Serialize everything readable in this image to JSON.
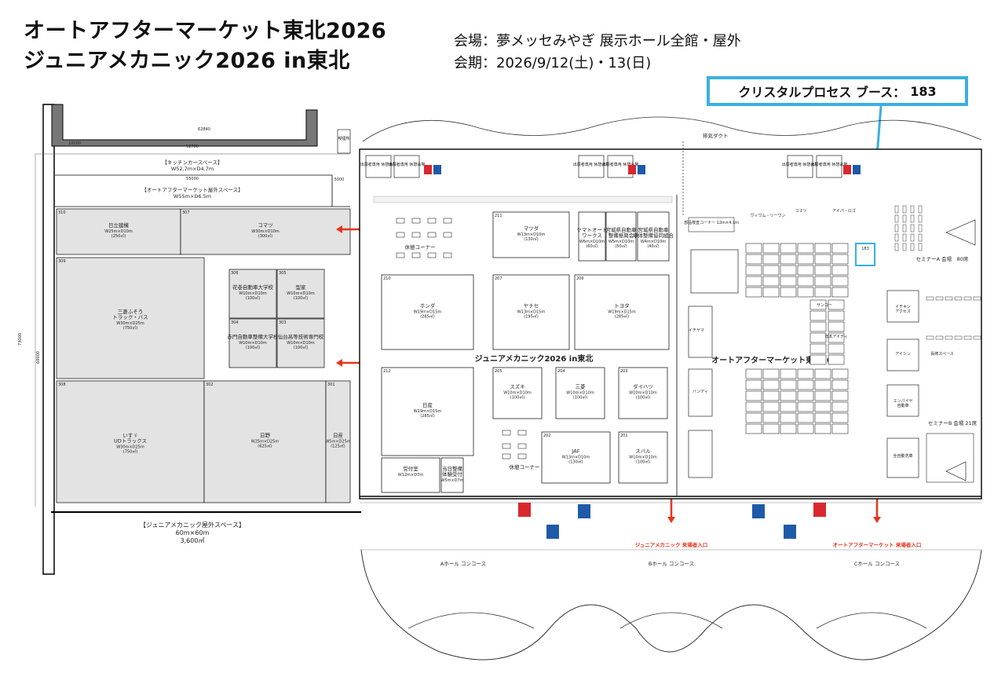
{
  "header": {
    "title_line1": "オートアフターマーケット東北2026",
    "title_line2": "ジュニアメカニック2026 in東北",
    "venue_line": "会場：夢メッセみやぎ 展示ホール全館・屋外",
    "date_line": "会期：2026/9/12(土)・13(日)"
  },
  "callout": {
    "label": "クリスタルプロセス ブース：",
    "booth": "183"
  },
  "outdoor": {
    "kitchen_car": "【キッチンカースペース】",
    "kitchen_car_size": "W52.7m×D4.7m",
    "aam_outdoor": "【オートアフターマーケット屋外スペース】",
    "aam_outdoor_size": "W55m×D6.5m",
    "jm_outdoor": "【ジュニアメカニック屋外スペース】",
    "jm_outdoor_size": "60m×60m",
    "jm_outdoor_area": "3,600㎡",
    "dim_total": "62840",
    "dim_10000": "10000",
    "dim_52700": "52700",
    "dim_55000": "55000",
    "dim_73000": "73000",
    "dim_60000": "60000",
    "dim_5000": "5000",
    "kitsuen": "喫煙所"
  },
  "outdoor_booths": [
    {
      "no": "310",
      "name": "日立建機",
      "size": "W25m×D10m",
      "area": "(250㎡)"
    },
    {
      "no": "307",
      "name": "コマツ",
      "size": "W30m×D10m",
      "area": "(300㎡)"
    },
    {
      "no": "309",
      "name": "三菱ふそう\nトラック・バス",
      "size": "W30m×D25m",
      "area": "(750㎡)"
    },
    {
      "no": "306",
      "name": "花巻自動車大学校",
      "size": "W10m×D10m",
      "area": "(100㎡)"
    },
    {
      "no": "305",
      "name": "型家",
      "size": "W10m×D10m",
      "area": "(100㎡)"
    },
    {
      "no": "304",
      "name": "赤門自動車整備大学校",
      "size": "W10m×D10m",
      "area": "(100㎡)"
    },
    {
      "no": "303",
      "name": "仙台高等技術専門校",
      "size": "W10m×D10m",
      "area": "(100㎡)"
    },
    {
      "no": "308",
      "name": "いすゞ\nUDトラックス",
      "size": "W30m×D25m",
      "area": "(750㎡)"
    },
    {
      "no": "302",
      "name": "日野",
      "size": "W25m×D25m",
      "area": "(625㎡)"
    },
    {
      "no": "301",
      "name": "日産",
      "size": "W5m×D25m",
      "area": "(125㎡)"
    }
  ],
  "halls": {
    "jm_center": "ジュニアメカニック2026 in東北",
    "aam_center": "オートアフターマーケット東北2026",
    "rest_corner_1": "休憩コーナー",
    "rest_corner_2": "休憩コーナー",
    "exhaust_duct": "排気ダクト",
    "seminar_a": "セミナーA 会場　80席",
    "seminar_b": "セミナーB 会場 21席",
    "hall_a_concourse": "Aホール\nコンコース",
    "hall_b_concourse": "Bホール\nコンコース",
    "hall_c_concourse": "Cホール\nコンコース",
    "jm_entrance": "ジュニアメカニック\n来場者入口",
    "aam_entrance": "オートアフターマーケット\n来場者入口",
    "exhibitor_rest": "出展者専用\n休憩会場",
    "parts_check": "部品検査コーナー\n12m×4.1m"
  },
  "indoor_booths": [
    {
      "no": "211",
      "name": "マツダ",
      "size": "W13m×D10m",
      "area": "(130㎡)"
    },
    {
      "no": "",
      "name": "ヤマトオート\nワークス",
      "size": "W6m×D10m",
      "area": "(60㎡)"
    },
    {
      "no": "",
      "name": "宮城県自動車\n整備振興会",
      "size": "W5m×D10m",
      "area": "(50㎡)"
    },
    {
      "no": "",
      "name": "宮城県自動車\n車体整備協同組合",
      "size": "W4m×D10m",
      "area": "(40㎡)"
    },
    {
      "no": "210",
      "name": "ホンダ",
      "size": "W19m×D15m",
      "area": "(285㎡)"
    },
    {
      "no": "207",
      "name": "ヤナセ",
      "size": "W13m×D15m",
      "area": "(195㎡)"
    },
    {
      "no": "206",
      "name": "トヨタ",
      "size": "W19m×D15m",
      "area": "(285㎡)"
    },
    {
      "no": "212",
      "name": "日産",
      "size": "W19m×D15m",
      "area": "(285㎡)"
    },
    {
      "no": "205",
      "name": "スズキ",
      "size": "W10m×D10m",
      "area": "(100㎡)"
    },
    {
      "no": "204",
      "name": "三菱",
      "size": "W10m×D10m",
      "area": "(100㎡)"
    },
    {
      "no": "203",
      "name": "ダイハツ",
      "size": "W10m×D10m",
      "area": "(100㎡)"
    },
    {
      "no": "202",
      "name": "JAF",
      "size": "W13m×D10m",
      "area": "(130㎡)"
    },
    {
      "no": "201",
      "name": "スバル",
      "size": "W10m×D10m",
      "area": "(100㎡)"
    },
    {
      "no": "",
      "name": "受付室",
      "size": "W12m×D7m",
      "area": ""
    },
    {
      "no": "",
      "name": "当日整備\n体験受付",
      "size": "W5m×D7m",
      "area": ""
    }
  ],
  "aam_booths": [
    "183",
    "ヴィワム・リーワン",
    "コマツ",
    "アイパ・ロゴ",
    "バンディ",
    "イチヤマ",
    "日本アイティ",
    "サンコー",
    "アイシン",
    "イチキン\nアクセス",
    "エンパイヤ\n自動車",
    "長崎スペース",
    "全自動洗車"
  ],
  "colors": {
    "accent": "#3ab0e0",
    "arrow": "#e6341c",
    "booth_fill": "#e3e3e3",
    "rest_red": "#d9282f",
    "rest_blue": "#1f5aa8"
  }
}
